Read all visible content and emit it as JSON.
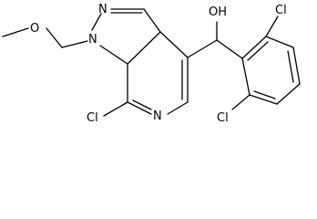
{
  "atoms": {
    "hydroxyl": "OH",
    "chloro_top": "Cl",
    "chloro_bottom_right": "Cl",
    "chloro_bottom_left": "Cl",
    "pyrazole_n1": "N",
    "pyrazole_n2": "N",
    "pyridine_n": "N",
    "ether_o": "O"
  },
  "colors": {
    "bond": "#000000",
    "label": "#000000",
    "background": "#ffffff"
  }
}
